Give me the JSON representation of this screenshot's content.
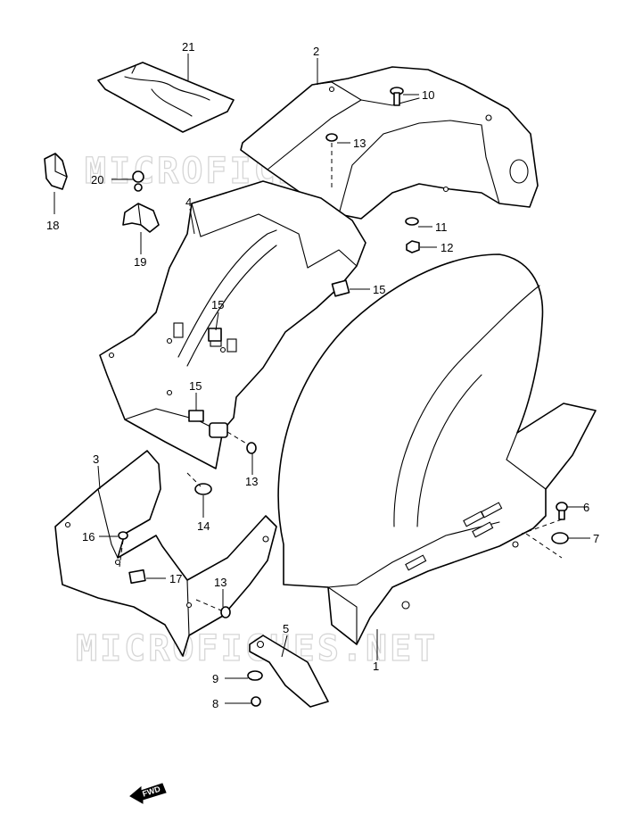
{
  "watermarks": [
    "MICROFICHES.NET",
    "MICROFICHES.NET"
  ],
  "direction_label": "FWD",
  "callouts": {
    "p1": "1",
    "p2": "2",
    "p3": "3",
    "p4": "4",
    "p5": "5",
    "p6": "6",
    "p7": "7",
    "p8": "8",
    "p9": "9",
    "p10": "10",
    "p11": "11",
    "p12": "12",
    "p13a": "13",
    "p13b": "13",
    "p13c": "13",
    "p14": "14",
    "p15a": "15",
    "p15b": "15",
    "p15c": "15",
    "p16": "16",
    "p17": "17",
    "p18": "18",
    "p19": "19",
    "p20": "20",
    "p21": "21"
  }
}
